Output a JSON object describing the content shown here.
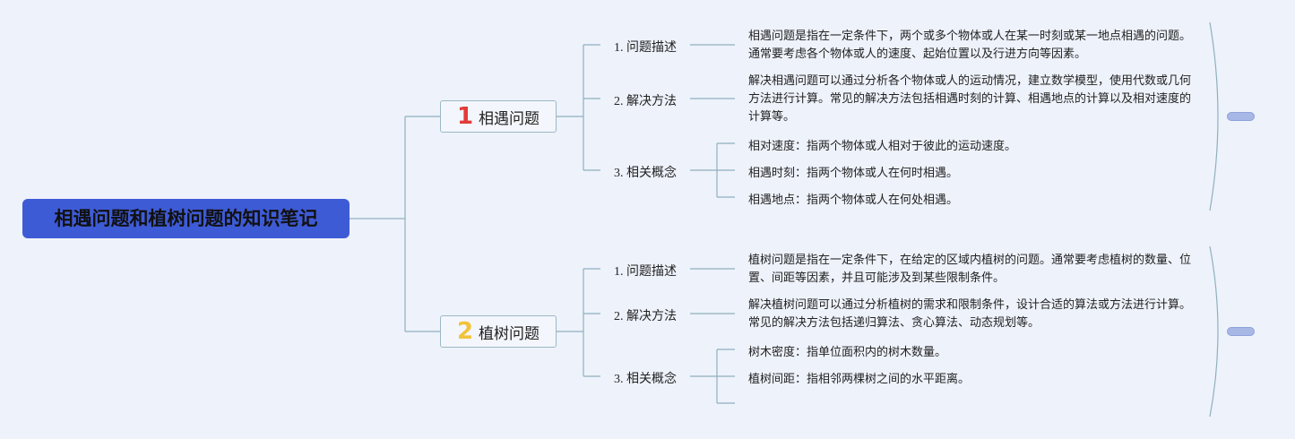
{
  "root": {
    "title": "相遇问题和植树问题的知识笔记"
  },
  "colors": {
    "root_bg": "#3e5bd6",
    "line": "#8fb1bd",
    "num1": "#e23a3a",
    "num2": "#f2c33a",
    "pill": "#a7b7e6"
  },
  "branches": [
    {
      "num": "1",
      "label": "相遇问题",
      "sections": [
        {
          "label": "1. 问题描述",
          "text": "相遇问题是指在一定条件下，两个或多个物体或人在某一时刻或某一地点相遇的问题。通常要考虑各个物体或人的速度、起始位置以及行进方向等因素。"
        },
        {
          "label": "2. 解决方法",
          "text": "解决相遇问题可以通过分析各个物体或人的运动情况，建立数学模型，使用代数或几何方法进行计算。常见的解决方法包括相遇时刻的计算、相遇地点的计算以及相对速度的计算等。"
        },
        {
          "label": "3. 相关概念",
          "items": [
            "相对速度：指两个物体或人相对于彼此的运动速度。",
            "相遇时刻：指两个物体或人在何时相遇。",
            "相遇地点：指两个物体或人在何处相遇。"
          ]
        }
      ]
    },
    {
      "num": "2",
      "label": "植树问题",
      "sections": [
        {
          "label": "1. 问题描述",
          "text": "植树问题是指在一定条件下，在给定的区域内植树的问题。通常要考虑植树的数量、位置、间距等因素，并且可能涉及到某些限制条件。"
        },
        {
          "label": "2. 解决方法",
          "text": "解决植树问题可以通过分析植树的需求和限制条件，设计合适的算法或方法进行计算。常见的解决方法包括递归算法、贪心算法、动态规划等。"
        },
        {
          "label": "3. 相关概念",
          "items": [
            "树木密度：指单位面积内的树木数量。",
            "植树间距：指相邻两棵树之间的水平距离。"
          ]
        }
      ]
    }
  ]
}
